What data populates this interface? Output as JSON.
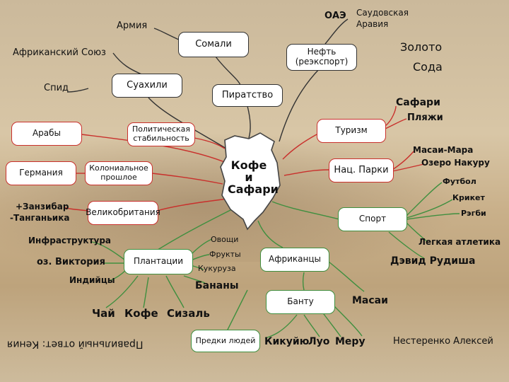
{
  "center": {
    "line1": "Кофе",
    "line2": "и",
    "line3": "Сафари"
  },
  "nodes": {
    "somali": "Сомали",
    "neft1": "Нефть",
    "neft2": "(реэкспорт)",
    "suahili": "Суахили",
    "piratstvo": "Пиратство",
    "araby": "Арабы",
    "polit1": "Политическая",
    "polit2": "стабильность",
    "turizm": "Туризм",
    "germaniya": "Германия",
    "kolon1": "Колониальное",
    "kolon2": "прошлое",
    "nacparki": "Нац. Парки",
    "velikobr": "Великобритания",
    "sport": "Спорт",
    "plantacii": "Плантации",
    "afrikancy": "Африканцы",
    "bantu": "Банту",
    "predki": "Предки людей"
  },
  "labels": {
    "armiya": "Армия",
    "afrsoyuz": "Африканский Союз",
    "spid": "Спид",
    "oae": "ОАЭ",
    "saudov1": "Саудовская",
    "saudov2": "Аравия",
    "zoloto": "Золото",
    "soda": "Сода",
    "safari": "Сафари",
    "plyazhi": "Пляжи",
    "masai_mara": "Масаи-Мара",
    "ozero": "Озеро Накуру",
    "futbol": "Футбол",
    "kriket": "Крикет",
    "regbi": "Рэгби",
    "legatl": "Легкая атлетика",
    "david": "Дэвид Рудиша",
    "zanz1": "+Занзибар",
    "zanz2": "-Танганьика",
    "infra": "Инфраструктура",
    "viktoriya": "оз. Виктория",
    "indijcy": "Индийцы",
    "ovoshchi": "Овощи",
    "frukty": "Фрукты",
    "kukuruza": "Кукуруза",
    "banany": "Бананы",
    "chaj": "Чай",
    "kofe": "Кофе",
    "sizal": "Сизаль",
    "masai": "Масаи",
    "kikuyu": "Кикуйю",
    "luo": "Луо",
    "meru": "Меру",
    "answer": "Правильный ответ: Кения",
    "author": "Нестеренко Алексей"
  },
  "colors": {
    "red": "#c9302c",
    "green": "#3f8f3f",
    "dark": "#333333",
    "background": "#d3c1a2"
  }
}
